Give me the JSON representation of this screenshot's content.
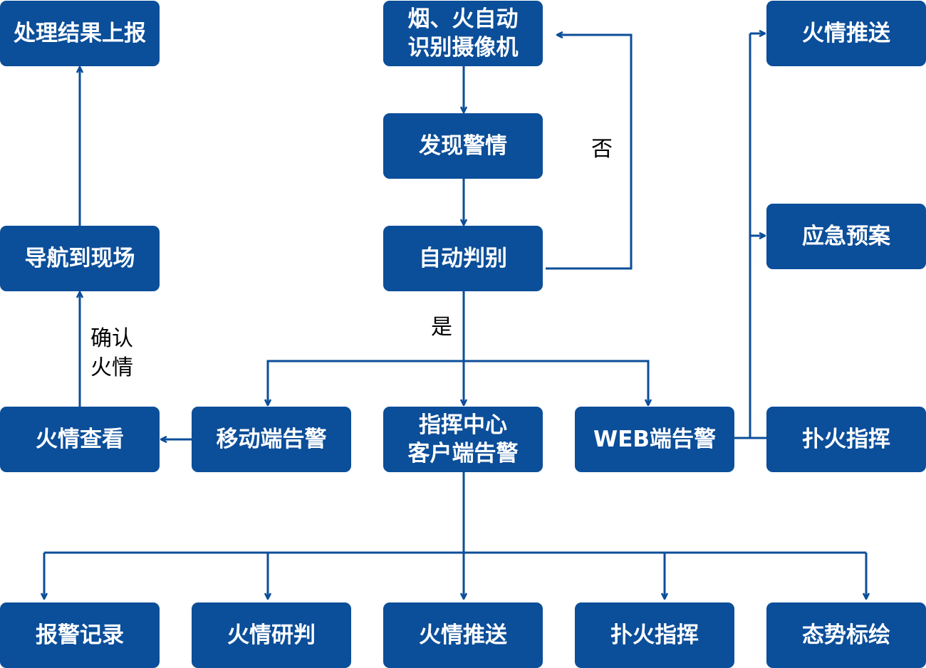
{
  "nodes": {
    "camera": {
      "lines": [
        "烟、火自动",
        "识别摄像机"
      ]
    },
    "discover_alert": {
      "lines": [
        "发现警情"
      ]
    },
    "auto_judge": {
      "lines": [
        "自动判别"
      ]
    },
    "command_center_alert": {
      "lines": [
        "指挥中心",
        "客户端告警"
      ]
    },
    "mobile_alert": {
      "lines": [
        "移动端告警"
      ]
    },
    "web_alert": {
      "lines": [
        "WEB端告警"
      ]
    },
    "fire_view": {
      "lines": [
        "火情查看"
      ]
    },
    "navigate_scene": {
      "lines": [
        "导航到现场"
      ]
    },
    "report_result": {
      "lines": [
        "处理结果上报"
      ]
    },
    "fire_push_top": {
      "lines": [
        "火情推送"
      ]
    },
    "emergency_plan": {
      "lines": [
        "应急预案"
      ]
    },
    "firefight_cmd_right": {
      "lines": [
        "扑火指挥"
      ]
    },
    "alarm_record": {
      "lines": [
        "报警记录"
      ]
    },
    "fire_analysis": {
      "lines": [
        "火情研判"
      ]
    },
    "fire_push_bottom": {
      "lines": [
        "火情推送"
      ]
    },
    "firefight_cmd_bottom": {
      "lines": [
        "扑火指挥"
      ]
    },
    "situation_plot": {
      "lines": [
        "态势标绘"
      ]
    }
  },
  "edge_labels": {
    "no": "否",
    "yes": "是",
    "confirm_fire": [
      "确认",
      "火情"
    ]
  },
  "colors": {
    "box_fill": "#0b4e99",
    "box_text": "#ffffff",
    "connector": "#0b4e99",
    "label_text": "#000000"
  }
}
